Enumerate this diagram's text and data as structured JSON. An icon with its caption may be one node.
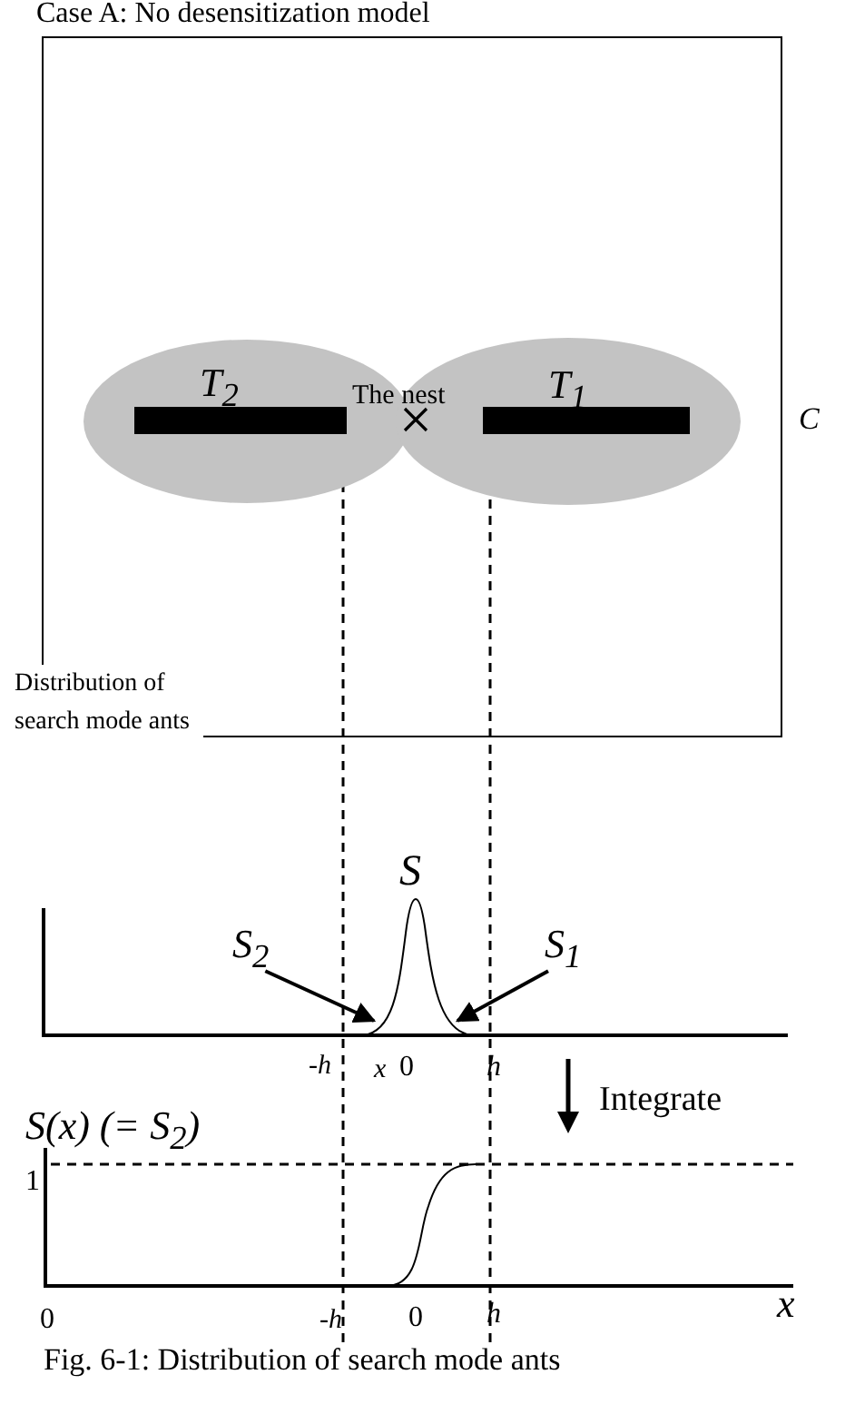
{
  "diagram": {
    "caption": "Fig. 6-1: Distribution of search mode ants",
    "nodes": [
      {
        "text": [
          "Case A: No desensitization model"
        ]
      },
      {
        "text": [
          "T$_{2}$"
        ],
        "in": 0
      },
      {
        "text": [
          "T$_{1}$"
        ],
        "in": 0
      },
      {
        "text": [
          "S$_{2}$"
        ]
      },
      {
        "text": [
          "S$_{1}$"
        ]
      },
      {
        "text": [],
        "shape": "bar",
        "in": 1
      },
      {
        "text": [],
        "shape": "bar",
        "in": 2
      }
    ],
    "edges": [
      {
        "from": 3,
        "to": null,
        "arrow": "to"
      },
      {
        "from": 4,
        "to": null,
        "arrow": "to"
      }
    ],
    "labels": [
      "The nest",
      "C",
      "Distribution of search mode ants",
      "S",
      "-h",
      "x",
      "0",
      "h",
      "Integrate",
      "S(x) (= S$_{2}$)",
      "1",
      "0",
      "-h",
      "0",
      "h",
      "x"
    ]
  }
}
